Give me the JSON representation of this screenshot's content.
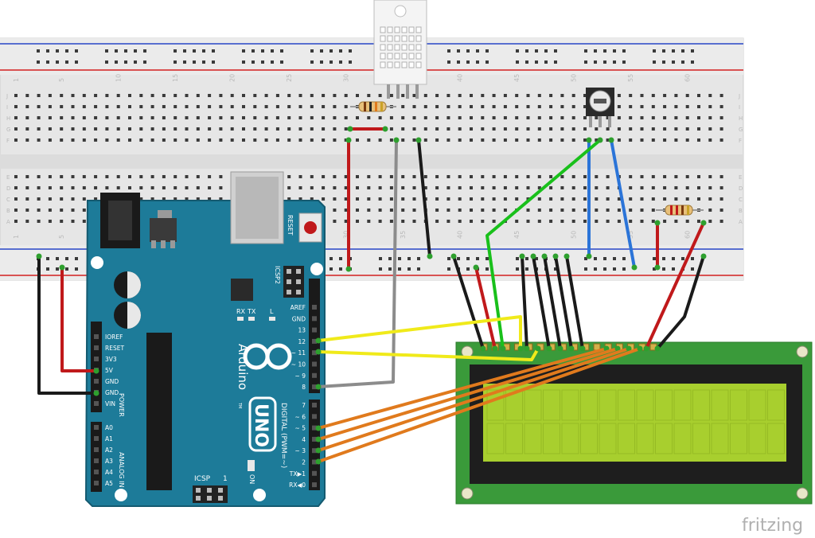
{
  "attribution": "fritzing",
  "breadboard": {
    "column_numbers": [
      "1",
      "5",
      "10",
      "15",
      "20",
      "25",
      "30",
      "35",
      "40",
      "45",
      "50",
      "55",
      "60"
    ],
    "row_letters_top": [
      "J",
      "I",
      "H",
      "G",
      "F"
    ],
    "row_letters_bottom": [
      "E",
      "D",
      "C",
      "B",
      "A"
    ]
  },
  "arduino": {
    "logo_text": "Arduino",
    "tm": "TM",
    "model": "UNO",
    "reset_label": "RESET",
    "icsp2_label": "ICSP2",
    "icsp_label": "ICSP",
    "icsp_one": "1",
    "on_label": "ON",
    "led_labels": [
      "TX",
      "RX",
      "L"
    ],
    "digital_label": "DIGITAL (PWM=~)",
    "power_label": "POWER",
    "analog_label": "ANALOG IN",
    "pins_digital_top": [
      "AREF",
      "GND",
      "13",
      "12",
      "~ 11",
      "~ 10",
      "~ 9",
      "8"
    ],
    "pins_digital_bottom": [
      "7",
      "~ 6",
      "~ 5",
      "4",
      "~ 3",
      "2",
      "TX▶1",
      "RX◀0"
    ],
    "pins_power": [
      "IOREF",
      "RESET",
      "3V3",
      "5V",
      "GND",
      "GND",
      "VIN"
    ],
    "pins_analog": [
      "A0",
      "A1",
      "A2",
      "A3",
      "A4",
      "A5"
    ]
  },
  "colors": {
    "board": "#1d7b99",
    "board_dark": "#145a70",
    "lcd_pcb": "#3a9a3a",
    "lcd_screen": "#a8cf2e",
    "wire_red": "#c0191b",
    "wire_black": "#1a1a1a",
    "wire_green": "#19c01b",
    "wire_blue": "#2b74d8",
    "wire_yellow": "#f0ea1a",
    "wire_orange": "#e07a1d",
    "wire_gray": "#8c8c8c",
    "rail_red": "#d32020",
    "rail_blue": "#2846c8"
  },
  "components": {
    "sensor": "dht-sensor",
    "potentiometer": "potentiometer",
    "resistors": [
      "pullup-resistor",
      "backlight-resistor"
    ],
    "display": "lcd-16x2"
  }
}
